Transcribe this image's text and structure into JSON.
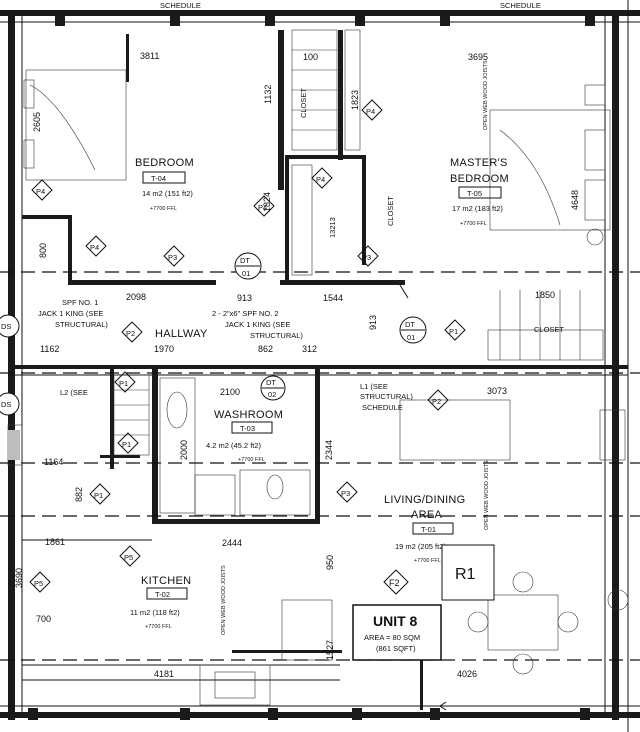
{
  "rooms": {
    "bedroom": {
      "name": "BEDROOM",
      "tag": "T-04",
      "area": "14 m2 (151 ft2)",
      "ffl": "+7700 FFL"
    },
    "master": {
      "name_line1": "MASTER'S",
      "name_line2": "BEDROOM",
      "tag": "T-05",
      "area": "17 m2 (183 ft2)",
      "ffl": "+7700 FFL"
    },
    "washroom": {
      "name": "WASHROOM",
      "tag": "T-03",
      "area": "4.2 m2 (45.2 ft2)",
      "ffl": "+7700 FFL"
    },
    "living": {
      "name_line1": "LIVING/DINING",
      "name_line2": "AREA",
      "tag": "T-01",
      "area": "19 m2 (205 ft2)",
      "ffl": "+7700 FFL"
    },
    "kitchen": {
      "name": "KITCHEN",
      "tag": "T-02",
      "area": "11 m2 (118 ft2)",
      "ffl": "+7700 FFL"
    },
    "hallway": {
      "name": "HALLWAY"
    }
  },
  "unit": {
    "title": "UNIT 8",
    "area": "AREA = 80 SQM",
    "sqft": "(861 SQFT)"
  },
  "labels": {
    "closet": "CLOSET",
    "r1": "R1",
    "schedule": "SCHEDULE",
    "structural_schedule": "STRUCTURAL SCHEDULE",
    "jack_king_1": "JACK 1 KING (SEE",
    "structural": "STRUCTURAL)",
    "spf_1": "2 - 2\"x6\" SPF NO. 2",
    "spf_2": "SPF NO. 1",
    "l2_see": "L2 (SEE",
    "l1_see": "L1 (SEE",
    "joists": "OPEN WEB WOOD JOISTS"
  },
  "dims": [
    "3811",
    "3695",
    "100",
    "2605",
    "1132",
    "1823",
    "4648",
    "800",
    "1824",
    "13213",
    "2098",
    "913",
    "1544",
    "1850",
    "1162",
    "1970",
    "862",
    "312",
    "913",
    "2100",
    "3073",
    "1164",
    "2000",
    "2344",
    "882",
    "1861",
    "2444",
    "3690",
    "950",
    "700",
    "1527",
    "4181",
    "4026"
  ],
  "tags": {
    "p1": "P1",
    "p2": "P2",
    "p3": "P3",
    "p4": "P4",
    "p5": "P5",
    "f2": "F2",
    "dt": "DT",
    "dt01": "01",
    "dt02": "02",
    "ds": "DS"
  }
}
